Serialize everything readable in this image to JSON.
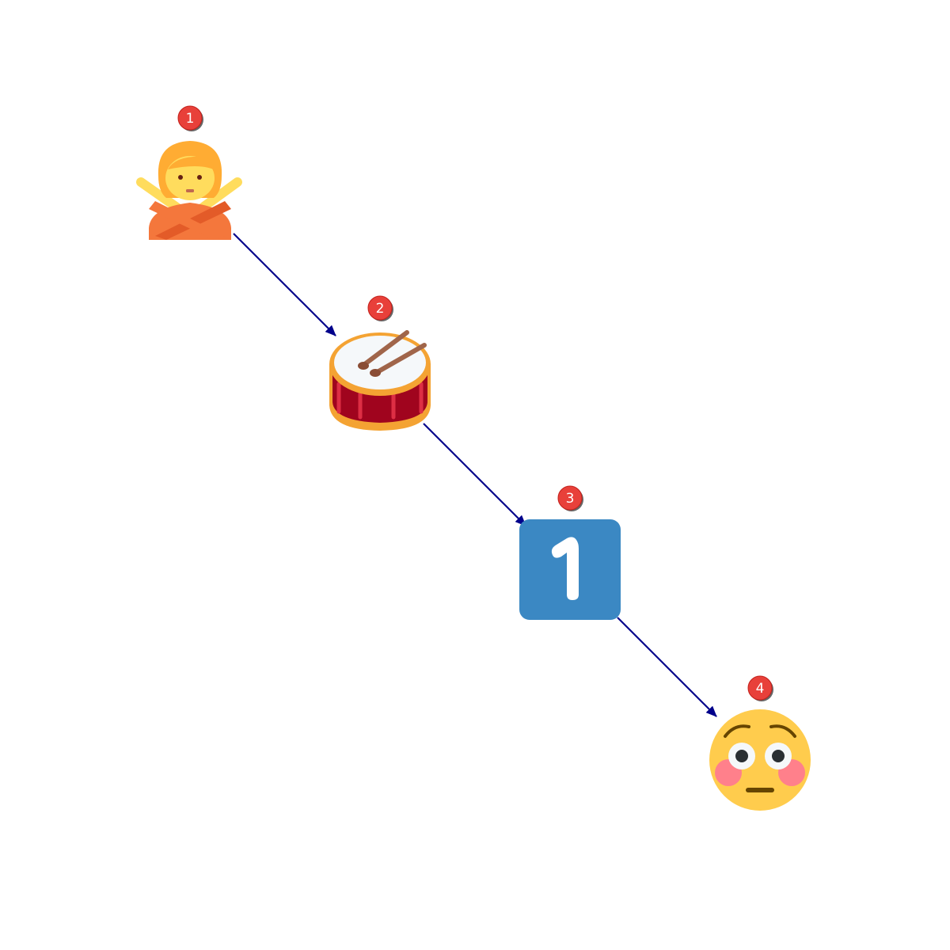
{
  "diagram": {
    "colors": {
      "background": "#ffffff",
      "arrow": "#00008b",
      "badge_fill": "#e8403a",
      "badge_stroke": "#c21f1a",
      "badge_shadow": "#333333",
      "badge_text": "#ffffff"
    },
    "nodes": [
      {
        "number": "1",
        "icon": "person-gesturing-no-icon"
      },
      {
        "number": "2",
        "icon": "drum-icon"
      },
      {
        "number": "3",
        "icon": "keycap-digit-one-icon"
      },
      {
        "number": "4",
        "icon": "flushed-face-icon"
      }
    ],
    "edges": [
      {
        "from": "1",
        "to": "2"
      },
      {
        "from": "2",
        "to": "3"
      },
      {
        "from": "3",
        "to": "4"
      }
    ]
  }
}
